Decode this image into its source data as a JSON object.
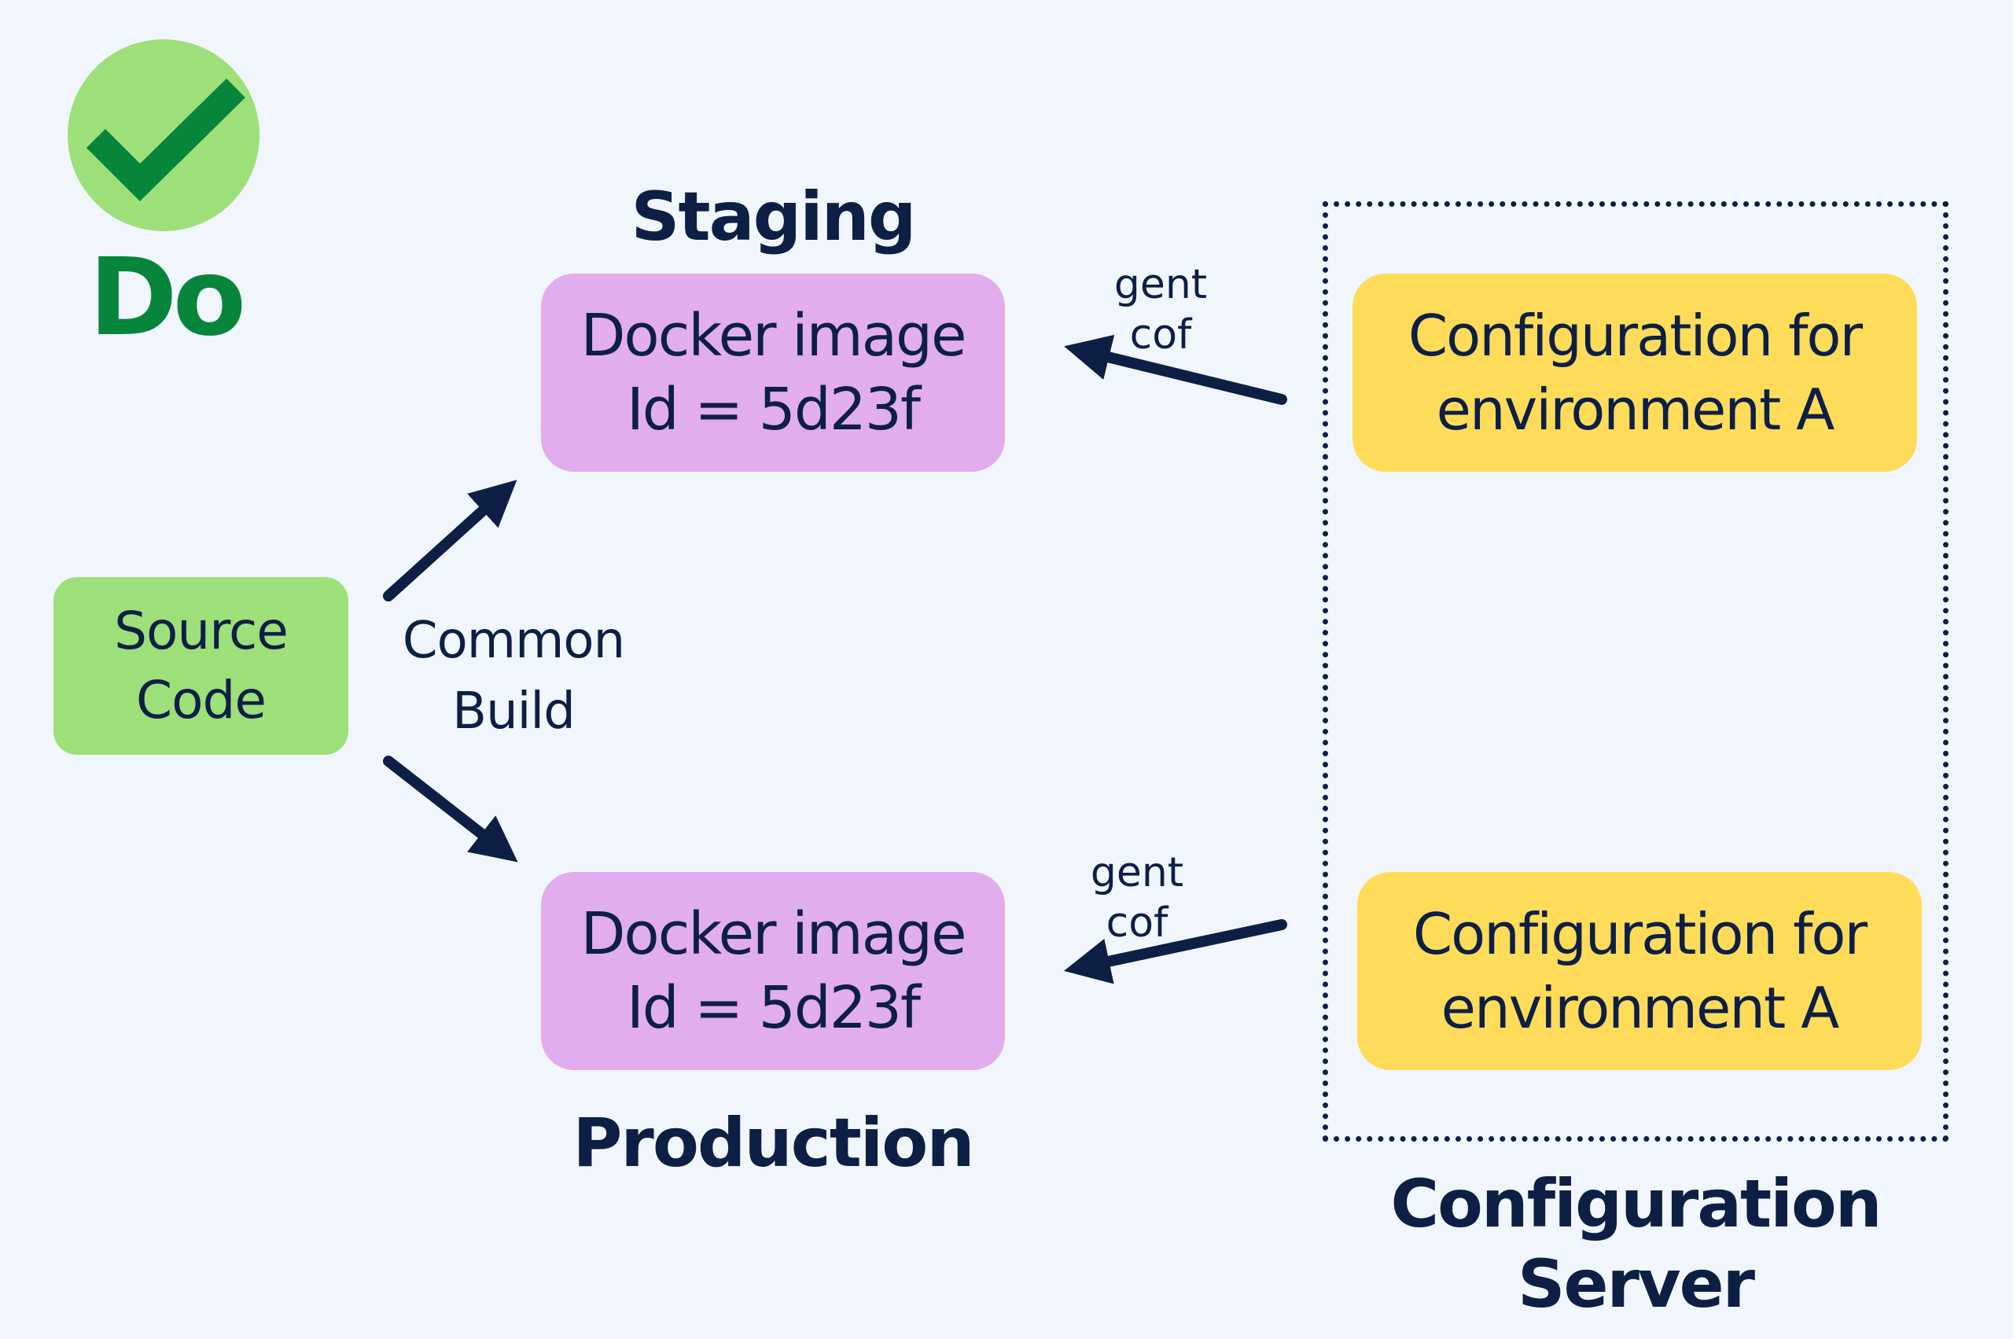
{
  "do_section": {
    "icon": "checkmark-icon",
    "label": "Do",
    "colors": {
      "circle": "#9ddf79",
      "check": "#07863b"
    }
  },
  "source": {
    "line1": "Source",
    "line2": "Code"
  },
  "common_build": {
    "line1": "Common",
    "line2": "Build"
  },
  "staging": {
    "heading": "Staging",
    "docker_line1": "Docker image",
    "docker_line2": "Id = 5d23f",
    "agent_line1": "gent",
    "agent_line2": "cof",
    "config_line1": "Configuration for",
    "config_line2": "environment A"
  },
  "production": {
    "heading": "Production",
    "docker_line1": "Docker image",
    "docker_line2": "Id = 5d23f",
    "agent_line1": "gent",
    "agent_line2": "cof",
    "config_line1": "Configuration for",
    "config_line2": "environment A"
  },
  "config_server": {
    "line1": "Configuration",
    "line2": "Server"
  },
  "colors": {
    "background": "#f1f6fd",
    "text": "#0e1f45",
    "source_box": "#9ddf79",
    "docker_box": "#e1adee",
    "config_box": "#fedc5a"
  }
}
